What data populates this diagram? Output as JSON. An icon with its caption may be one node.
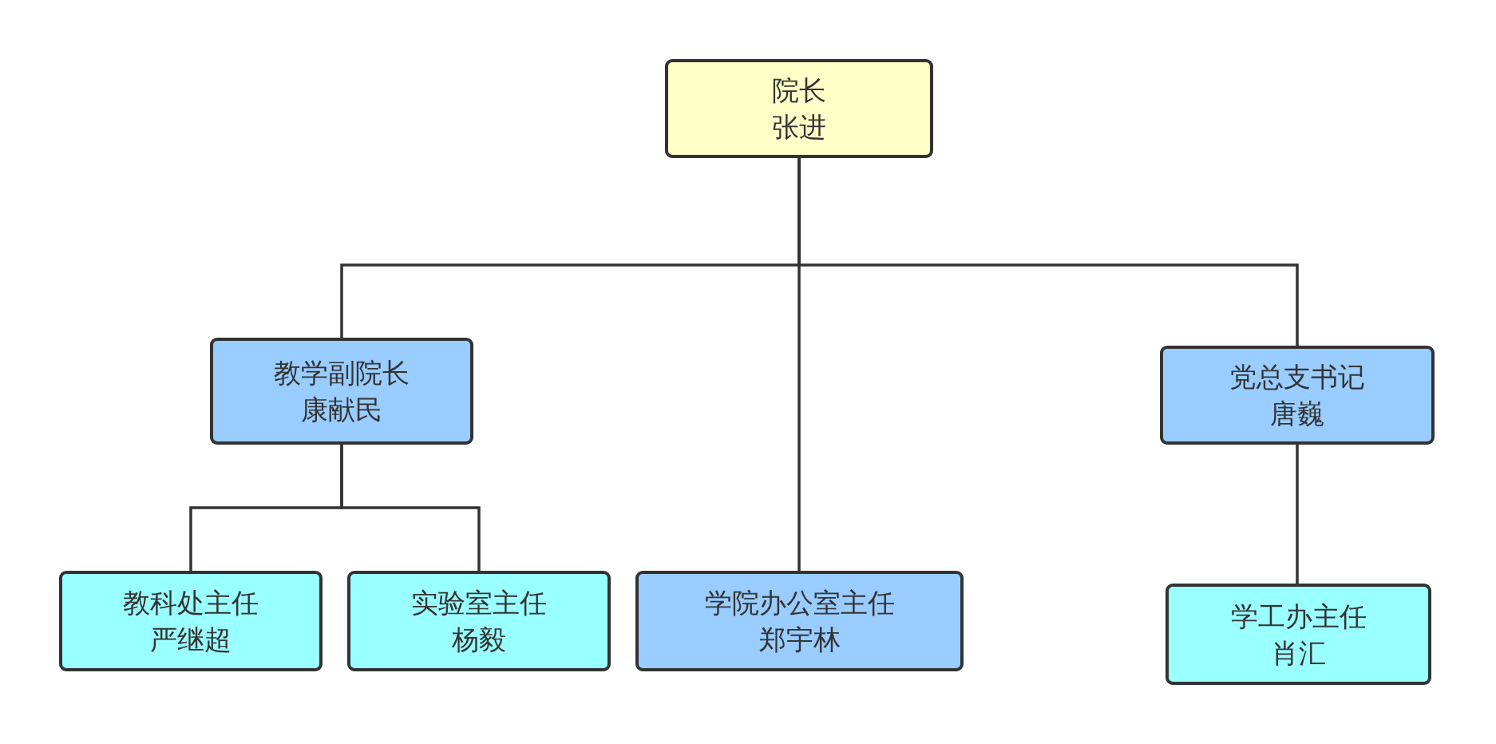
{
  "diagram": {
    "nodes": [
      {
        "text": [
          "院长",
          "张进"
        ]
      },
      {
        "text": [
          "教学副院长",
          "康献民"
        ]
      },
      {
        "text": [
          "党总支书记",
          "唐巍"
        ]
      },
      {
        "text": [
          "教科处主任",
          "严继超"
        ]
      },
      {
        "text": [
          "实验室主任",
          "杨毅"
        ]
      },
      {
        "text": [
          "学院办公室主任",
          "郑宇林"
        ]
      },
      {
        "text": [
          "学工办主任",
          "肖汇"
        ]
      }
    ],
    "edges": [
      {
        "from": 0,
        "to": 1,
        "arrow": "none"
      },
      {
        "from": 0,
        "to": 5,
        "arrow": "none"
      },
      {
        "from": 0,
        "to": 2,
        "arrow": "none"
      },
      {
        "from": 1,
        "to": 3,
        "arrow": "none"
      },
      {
        "from": 1,
        "to": 4,
        "arrow": "none"
      },
      {
        "from": 2,
        "to": 6,
        "arrow": "none"
      }
    ]
  }
}
